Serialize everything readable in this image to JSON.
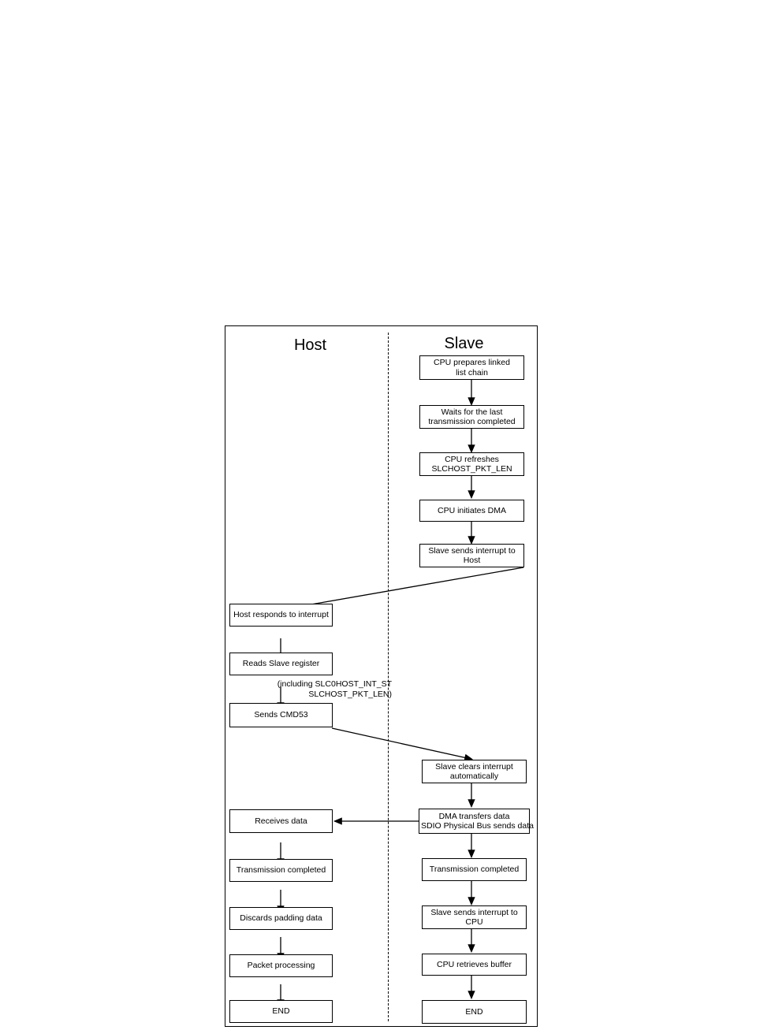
{
  "diagram": {
    "type": "flowchart",
    "title_lanes": {
      "host": "Host",
      "slave": "Slave"
    },
    "annotations": [
      {
        "id": "reads-slave-register-note",
        "line1": "(including SLC0HOST_INT_ST",
        "line2": "SLCHOST_PKT_LEN)"
      }
    ],
    "slave_nodes": [
      {
        "id": "cpu-prepares-linked-list-chain",
        "line1": "CPU prepares linked",
        "line2": "list chain"
      },
      {
        "id": "waits-for-last-transmission-completed",
        "line1": "Waits for the last",
        "line2": "transmission completed"
      },
      {
        "id": "cpu-refreshes-slchost-pkt-len",
        "line1": "CPU refreshes",
        "line2": "SLCHOST_PKT_LEN"
      },
      {
        "id": "cpu-initiates-dma",
        "line1": "CPU initiates DMA",
        "line2": ""
      },
      {
        "id": "slave-sends-interrupt-to-host",
        "line1": "Slave sends interrupt to",
        "line2": "Host"
      },
      {
        "id": "slave-clears-interrupt-automatically",
        "line1": "Slave clears interrupt",
        "line2": "automatically"
      },
      {
        "id": "dma-transfers-data",
        "line1": "DMA transfers data",
        "line2": "SDIO Physical Bus sends data"
      },
      {
        "id": "slave-transmission-completed",
        "line1": "Transmission completed",
        "line2": ""
      },
      {
        "id": "slave-sends-interrupt-to-cpu",
        "line1": "Slave sends interrupt to",
        "line2": "CPU"
      },
      {
        "id": "cpu-retrieves-buffer",
        "line1": "CPU retrieves buffer",
        "line2": ""
      },
      {
        "id": "slave-end",
        "line1": "END",
        "line2": ""
      }
    ],
    "host_nodes": [
      {
        "id": "host-responds-to-interrupt",
        "line1": "Host responds to interrupt",
        "line2": ""
      },
      {
        "id": "reads-slave-register",
        "line1": "Reads Slave register",
        "line2": ""
      },
      {
        "id": "sends-cmd53",
        "line1": "Sends CMD53",
        "line2": ""
      },
      {
        "id": "receives-data",
        "line1": "Receives data",
        "line2": ""
      },
      {
        "id": "host-transmission-completed",
        "line1": "Transmission completed",
        "line2": ""
      },
      {
        "id": "discards-padding-data",
        "line1": "Discards padding data",
        "line2": ""
      },
      {
        "id": "packet-processing",
        "line1": "Packet processing",
        "line2": ""
      },
      {
        "id": "host-end",
        "line1": "END",
        "line2": ""
      }
    ],
    "colors": {
      "stroke": "#000000",
      "fill": "#ffffff",
      "background": "#ffffff"
    }
  }
}
